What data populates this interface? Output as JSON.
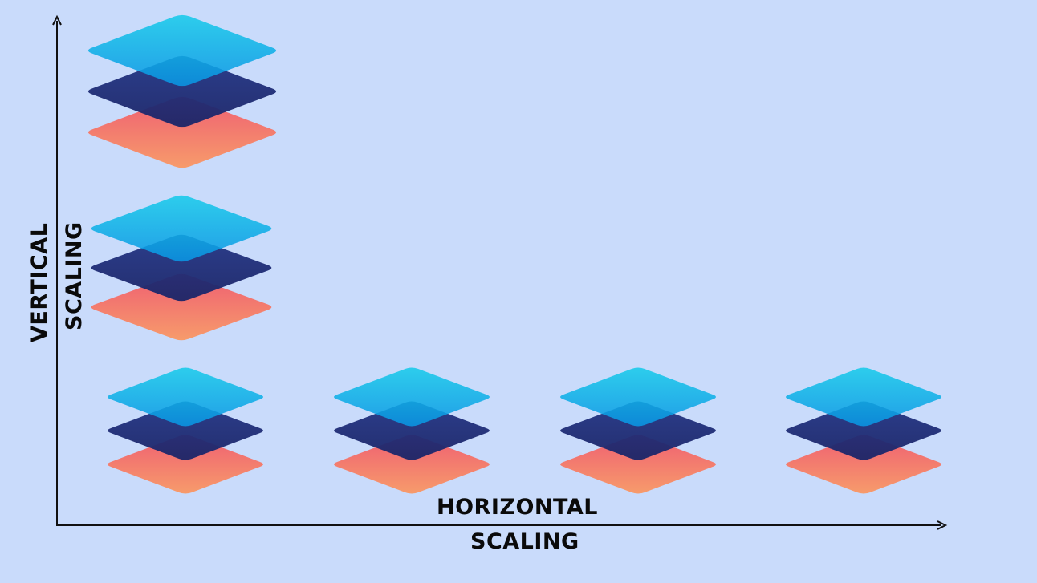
{
  "axes": {
    "x_label_line1": "HORIZONTAL",
    "x_label_line2": "SCALING",
    "y_label_line1": "VERTICAL",
    "y_label_line2": "SCALING"
  },
  "colors": {
    "background": "#c9dbfb",
    "axis": "#111111",
    "layer_top_start": "#17c8e8",
    "layer_top_end": "#0a97e6",
    "layer_middle": "#1d2a72",
    "layer_bottom_start": "#f06a6e",
    "layer_bottom_end": "#f58f6a"
  },
  "icons": {
    "stack": "layer-stack-icon"
  }
}
